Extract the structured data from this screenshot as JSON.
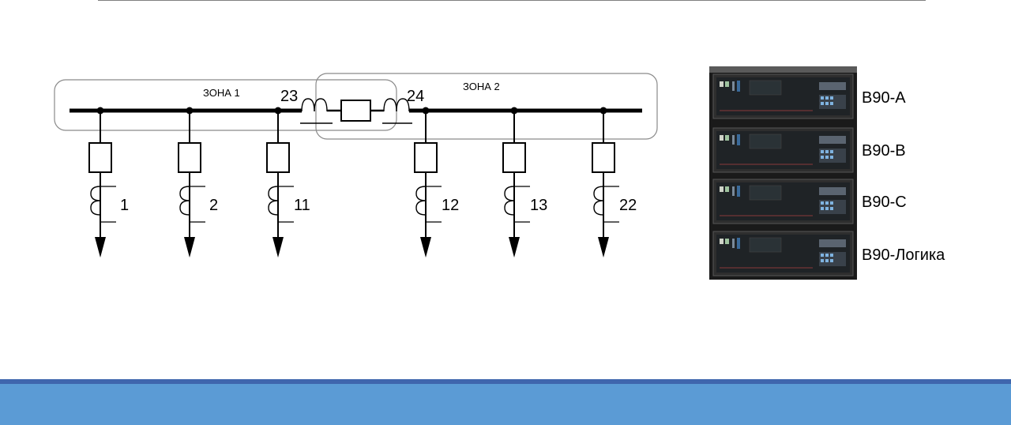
{
  "zones": [
    {
      "label": "ЗОНА 1"
    },
    {
      "label": "ЗОНА 2"
    }
  ],
  "ct_labels": [
    "23",
    "24"
  ],
  "feeders": [
    {
      "label": "1"
    },
    {
      "label": "2"
    },
    {
      "label": "11"
    },
    {
      "label": "12"
    },
    {
      "label": "13"
    },
    {
      "label": "22"
    }
  ],
  "relays": [
    {
      "label": "B90-A"
    },
    {
      "label": "B90-B"
    },
    {
      "label": "B90-C"
    },
    {
      "label": "B90-Логика"
    }
  ],
  "colors": {
    "footer": "#5b9bd5",
    "footer_border": "#3f66ad",
    "relay_body": "#2a2a2a"
  }
}
